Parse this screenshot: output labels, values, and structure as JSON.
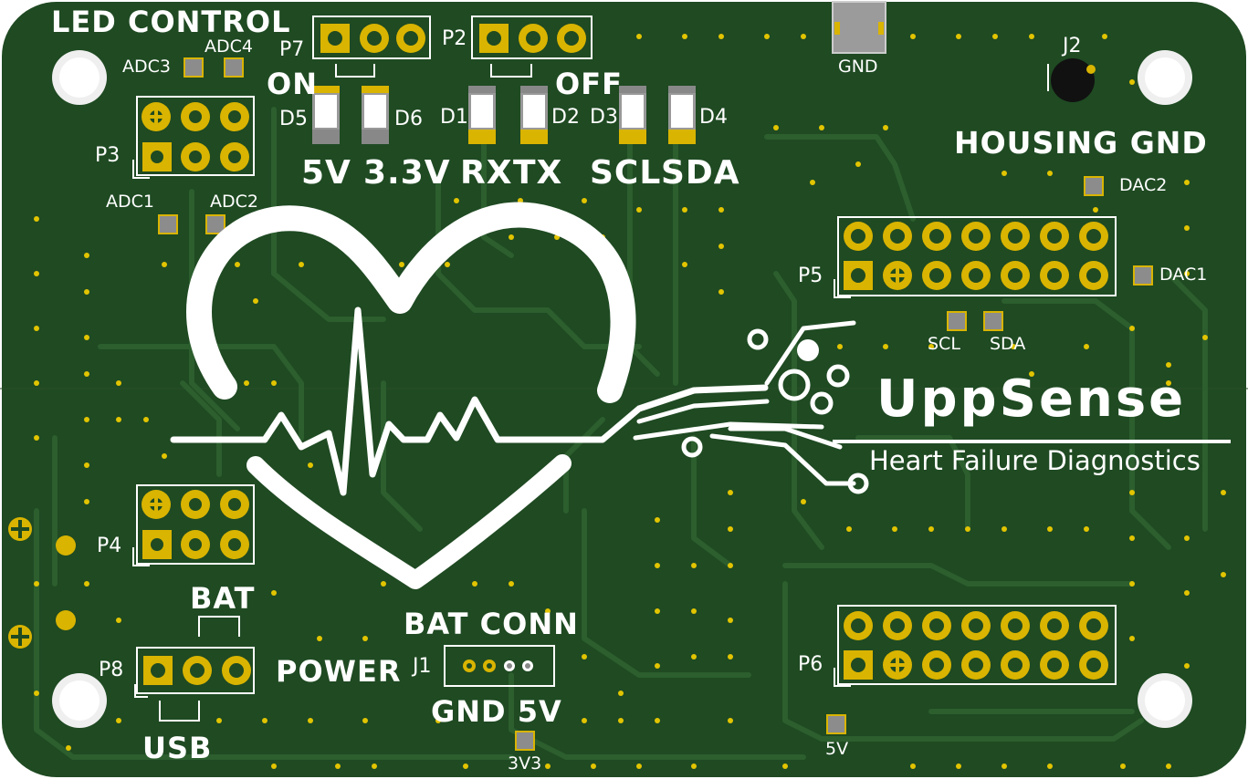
{
  "board": {
    "substrate_color": "#1f4a22",
    "trace_color": "#2c5e2e",
    "pad_color": "#d9b400",
    "silkscreen_color": "#ffffff",
    "smd_color": "#8a8a8a"
  },
  "headings": {
    "led_control": "LED CONTROL",
    "on": "ON",
    "off": "OFF",
    "housing_gnd": "HOUSING GND",
    "bat": "BAT",
    "power": "POWER",
    "usb": "USB",
    "bat_conn": "BAT CONN",
    "gnd_5v": "GND 5V"
  },
  "brand": {
    "name": "UppSense",
    "tagline": "Heart Failure Diagnostics"
  },
  "connectors": {
    "p2": "P2",
    "p3": "P3",
    "p4": "P4",
    "p5": "P5",
    "p6": "P6",
    "p7": "P7",
    "p8": "P8",
    "j1": "J1",
    "j2": "J2"
  },
  "leds": {
    "d1": "D1",
    "d2": "D2",
    "d3": "D3",
    "d4": "D4",
    "d5": "D5",
    "d6": "D6",
    "l_5v": "5V",
    "l_3v3": "3.3V",
    "l_rx": "RX",
    "l_tx": "TX",
    "l_scl": "SCL",
    "l_sda": "SDA"
  },
  "testpoints": {
    "adc1": "ADC1",
    "adc2": "ADC2",
    "adc3": "ADC3",
    "adc4": "ADC4",
    "dac1": "DAC1",
    "dac2": "DAC2",
    "scl": "SCL",
    "sda": "SDA",
    "gnd": "GND",
    "v5": "5V",
    "v3v3": "3V3"
  }
}
